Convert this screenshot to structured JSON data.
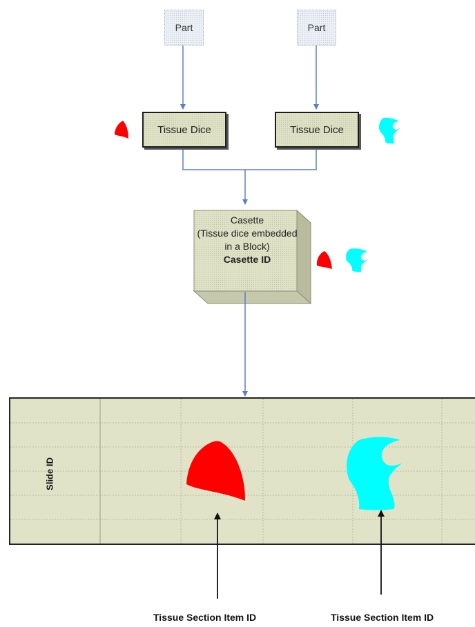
{
  "parts": [
    {
      "label": "Part"
    },
    {
      "label": "Part"
    }
  ],
  "dice": [
    {
      "label": "Tissue Dice"
    },
    {
      "label": "Tissue Dice"
    }
  ],
  "casette": {
    "title": "Casette",
    "description": "(Tissue dice embedded in a Block)",
    "id_label": "Casette ID"
  },
  "slide": {
    "id_label": "Slide ID"
  },
  "items": [
    {
      "label": "Tissue Section Item ID",
      "color": "#ff0000"
    },
    {
      "label": "Tissue Section Item ID",
      "color": "#00ffff"
    }
  ],
  "colors": {
    "connector": "#5b7fc6",
    "slide_fill": "#e1e3c9",
    "box_fill": "#dfe2c6",
    "tissue_red": "#ff0000",
    "tissue_cyan": "#00ffff"
  }
}
